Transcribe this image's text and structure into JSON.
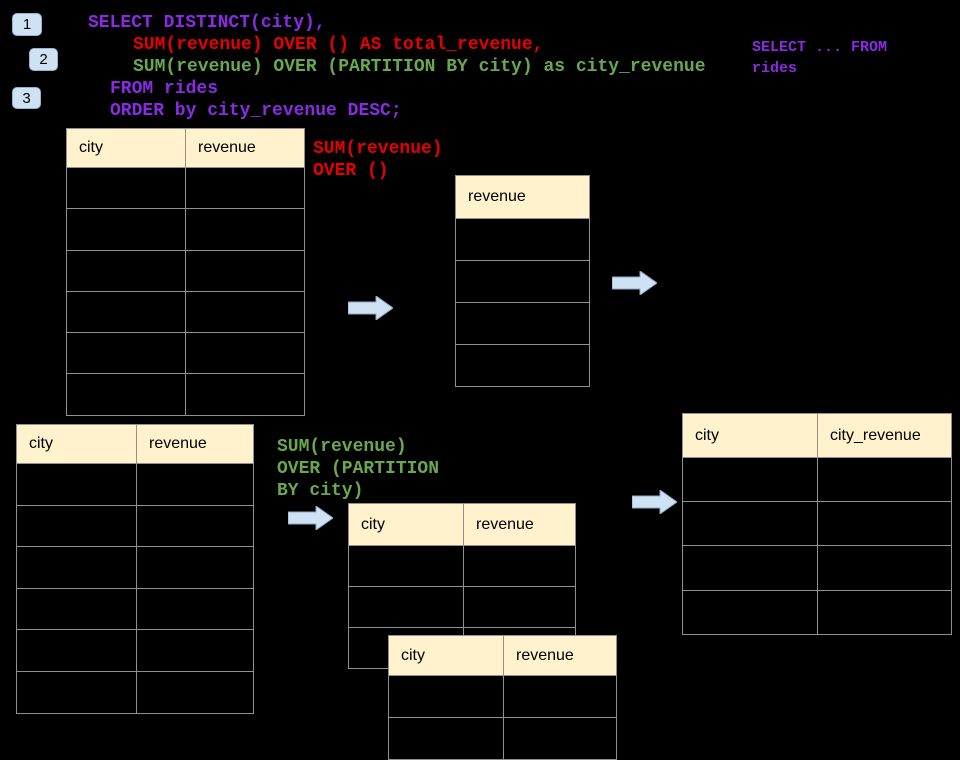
{
  "colors": {
    "background": "#000000",
    "code_purple": "#8A2BE2",
    "code_red": "#E60000",
    "code_green": "#6AA84F",
    "table_header_bg": "#FFF2CC",
    "table_border": "#919191",
    "arrow_fill": "#CFE2F3",
    "badge_bg": "#CFE2F3"
  },
  "badges": [
    {
      "label": "1"
    },
    {
      "label": "2"
    },
    {
      "label": "3"
    }
  ],
  "sql": {
    "lines": [
      {
        "text": "SELECT DISTINCT(city),"
      },
      {
        "text": "SUM(revenue) OVER () AS total_revenue,"
      },
      {
        "text": "SUM(revenue) OVER (PARTITION BY city) as city_revenue"
      },
      {
        "text": "FROM rides"
      },
      {
        "text": "ORDER by city_revenue DESC;"
      }
    ]
  },
  "side_code": {
    "line1": "SELECT ... FROM",
    "line2": "rides"
  },
  "annotations": {
    "total_revenue": {
      "line1": "SUM(revenue)",
      "line2": "OVER ()"
    },
    "partition": {
      "line1": "SUM(revenue)",
      "line2": "OVER (PARTITION",
      "line3": "BY city)"
    }
  },
  "tables": {
    "source_top": {
      "headers": [
        "city",
        "revenue"
      ],
      "empty_rows": 6
    },
    "revenue_only": {
      "headers": [
        "revenue"
      ],
      "empty_rows": 4
    },
    "result_right": {
      "headers": [
        "city",
        "city_revenue"
      ],
      "empty_rows": 4
    },
    "source_bottom": {
      "headers": [
        "city",
        "revenue"
      ],
      "empty_rows": 6
    },
    "partition_mid": {
      "headers": [
        "city",
        "revenue"
      ],
      "empty_rows": 3
    },
    "partition_front": {
      "headers": [
        "city",
        "revenue"
      ],
      "empty_rows": 2
    }
  }
}
